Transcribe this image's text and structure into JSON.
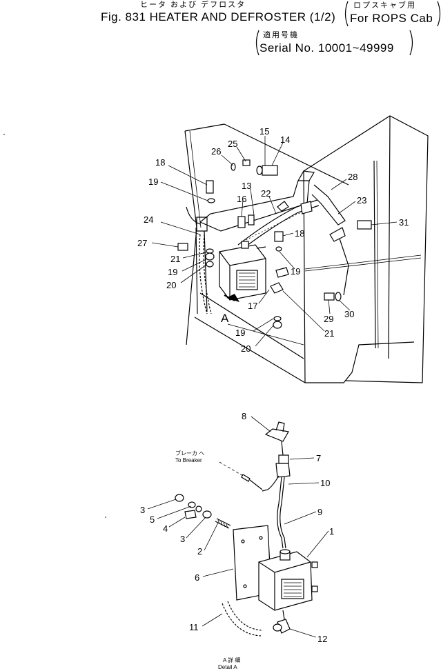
{
  "header": {
    "title_jp": "ヒータ および デフロスタ",
    "title": "Fig. 831 HEATER AND DEFROSTER (1/2)",
    "variant_jp": "ロプスキャブ用",
    "variant": "For ROPS Cab",
    "serial_jp": "適用号機",
    "serial": "Serial No. 10001~49999"
  },
  "upper_callouts": [
    "15",
    "14",
    "26",
    "25",
    "18",
    "13",
    "22",
    "28",
    "19",
    "16",
    "23",
    "31",
    "24",
    "18",
    "27",
    "21",
    "19",
    "19",
    "20",
    "17",
    "29",
    "30",
    "19",
    "21",
    "20"
  ],
  "view_label": "A",
  "lower_callouts": [
    "8",
    "7",
    "10",
    "9",
    "3",
    "5",
    "4",
    "3",
    "2",
    "1",
    "6",
    "11",
    "12"
  ],
  "breaker_note_jp": "ブレーカ へ",
  "breaker_note": "To Breaker",
  "detail_jp": "A 詳 細",
  "detail": "Detail A"
}
